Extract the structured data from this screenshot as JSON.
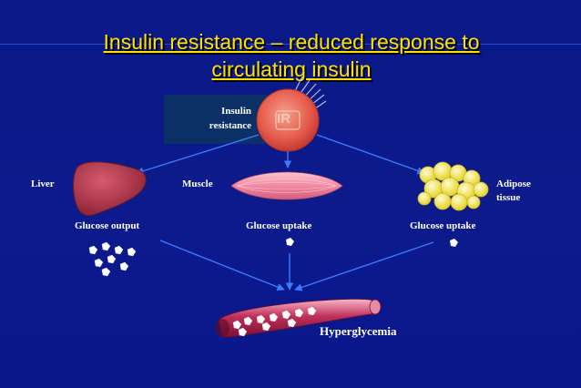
{
  "title": {
    "line1": "Insulin resistance – reduced response to",
    "line2": "circulating insulin"
  },
  "receptor": {
    "label_line1": "Insulin",
    "label_line2": "resistance",
    "badge": "IR"
  },
  "organs": {
    "liver": {
      "name": "Liver",
      "effect": "Glucose output"
    },
    "muscle": {
      "name": "Muscle",
      "effect": "Glucose uptake"
    },
    "adipose": {
      "name_line1": "Adipose",
      "name_line2": "tissue",
      "effect": "Glucose uptake"
    }
  },
  "outcome": "Hyperglycemia",
  "colors": {
    "background": "#0c1a8a",
    "title": "#ffe100",
    "arrow": "#3a7bff",
    "receptor": "#e85a4f",
    "liver": "#b0344a",
    "muscle": "#f28aa0",
    "fat": "#f2e35a"
  }
}
